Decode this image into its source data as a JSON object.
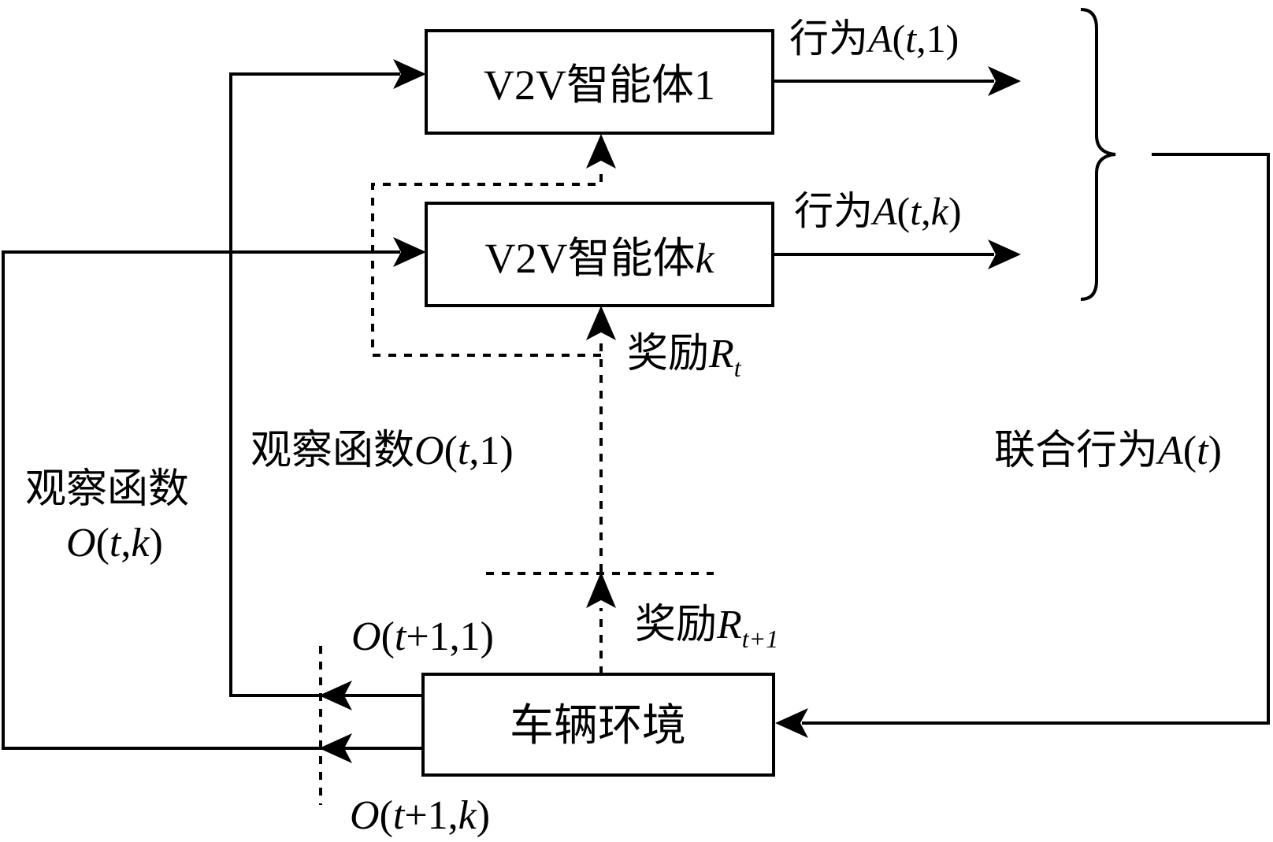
{
  "boxes": {
    "agent1": {
      "prefix": "V2V",
      "name": "智能体",
      "index": "1"
    },
    "agentk": {
      "prefix": "V2V",
      "name": "智能体",
      "index": "k"
    },
    "env": {
      "label": "车辆环境"
    }
  },
  "labels": {
    "action1": {
      "prefix": "行为",
      "var": "A",
      "open": "(",
      "t": "t",
      "comma": ",",
      "idx": "1",
      "close": ")"
    },
    "actionk": {
      "prefix": "行为",
      "var": "A",
      "open": "(",
      "t": "t",
      "comma": ",",
      "idx": "k",
      "close": ")"
    },
    "joint_action": {
      "prefix": "联合行为",
      "var": "A",
      "open": "(",
      "t": "t",
      "close": ")"
    },
    "reward_t": {
      "prefix": "奖励",
      "var": "R",
      "sub": "t"
    },
    "reward_t1": {
      "prefix": "奖励",
      "var": "R",
      "sub": "t+1"
    },
    "obs_1": {
      "prefix": "观察函数",
      "var": "O",
      "open": "(",
      "t": "t",
      "comma": ",",
      "idx": "1",
      "close": ")"
    },
    "obs_k": {
      "line1": "观察函数",
      "var": "O",
      "open": "(",
      "t": "t",
      "comma": ",",
      "idx": "k",
      "close": ")"
    },
    "next_obs_1": {
      "var": "O",
      "open": "(",
      "t": "t",
      "plus": "+1,",
      "idx": "1",
      "close": ")"
    },
    "next_obs_k": {
      "var": "O",
      "open": "(",
      "t": "t",
      "plus": "+1,",
      "idx": "k",
      "close": ")"
    }
  }
}
